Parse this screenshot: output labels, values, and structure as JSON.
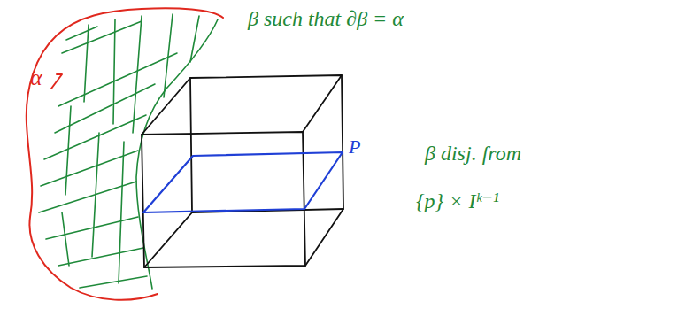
{
  "diagram": {
    "labels": [
      "α",
      "β such that ∂β = α",
      "P",
      "β disj. from",
      "{p} × Iᵏ⁻¹"
    ]
  }
}
